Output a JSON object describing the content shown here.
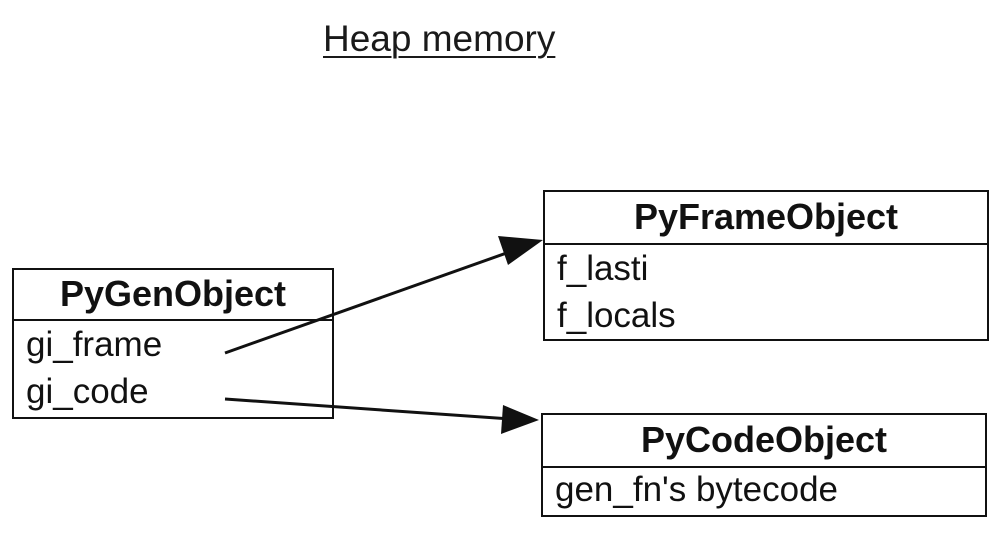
{
  "title": "Heap memory",
  "boxes": {
    "gen": {
      "name": "PyGenObject",
      "fields": [
        "gi_frame",
        "gi_code"
      ]
    },
    "frame": {
      "name": "PyFrameObject",
      "fields": [
        "f_lasti",
        "f_locals"
      ]
    },
    "code": {
      "name": "PyCodeObject",
      "fields": [
        "gen_fn's bytecode"
      ]
    }
  },
  "edges": [
    {
      "from": "gi_frame",
      "to": "PyFrameObject"
    },
    {
      "from": "gi_code",
      "to": "PyCodeObject"
    }
  ]
}
